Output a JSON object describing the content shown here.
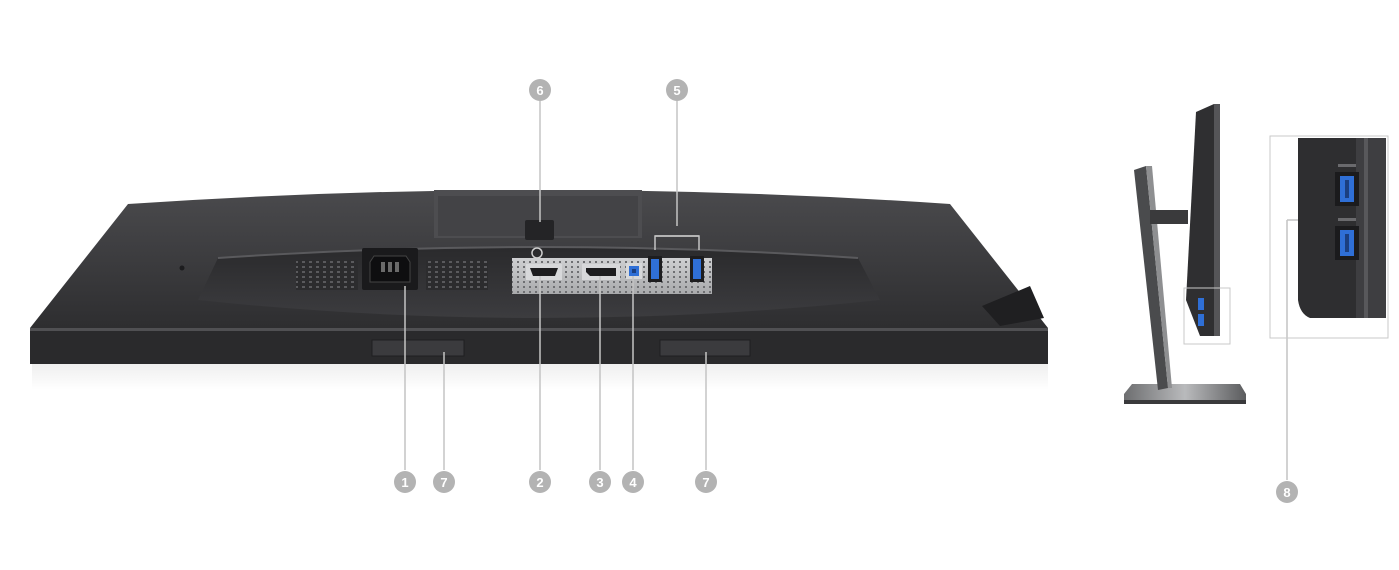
{
  "colors": {
    "background": "#ffffff",
    "monitor_body": "#3a3a3c",
    "monitor_dark": "#2b2b2d",
    "port_plate": "#bdbec0",
    "usb_blue": "#2f6fd6",
    "callout_circle": "#b3b3b3",
    "callout_line": "#c4c4c4"
  },
  "callouts": {
    "c1": "1",
    "c2": "2",
    "c3": "3",
    "c4": "4",
    "c5": "5",
    "c6": "6",
    "c7a": "7",
    "c7b": "7",
    "c8": "8"
  }
}
